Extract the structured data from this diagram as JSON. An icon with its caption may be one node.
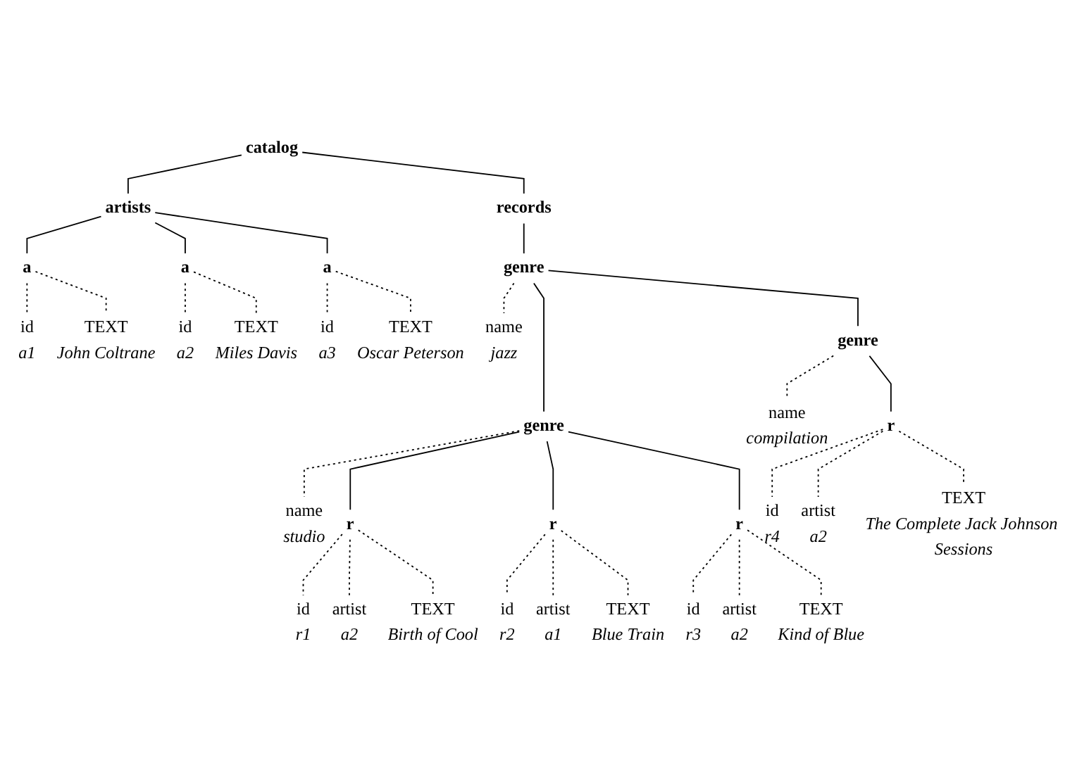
{
  "diagram": {
    "nodes": [
      {
        "text": [
          "catalog"
        ]
      },
      {
        "text": [
          "artists"
        ]
      },
      {
        "text": [
          "records"
        ]
      },
      {
        "text": [
          "a"
        ]
      },
      {
        "text": [
          "a"
        ]
      },
      {
        "text": [
          "a"
        ]
      },
      {
        "text": [
          "genre"
        ]
      },
      {
        "text": [
          "id",
          "a1"
        ]
      },
      {
        "text": [
          "TEXT",
          "John Coltrane"
        ]
      },
      {
        "text": [
          "id",
          "a2"
        ]
      },
      {
        "text": [
          "TEXT",
          "Miles Davis"
        ]
      },
      {
        "text": [
          "id",
          "a3"
        ]
      },
      {
        "text": [
          "TEXT",
          "Oscar Peterson"
        ]
      },
      {
        "text": [
          "name",
          "jazz"
        ]
      },
      {
        "text": [
          "genre"
        ]
      },
      {
        "text": [
          "genre"
        ]
      },
      {
        "text": [
          "name",
          "compilation"
        ]
      },
      {
        "text": [
          "r"
        ]
      },
      {
        "text": [
          "name",
          "studio"
        ]
      },
      {
        "text": [
          "r"
        ]
      },
      {
        "text": [
          "r"
        ]
      },
      {
        "text": [
          "r"
        ]
      },
      {
        "text": [
          "id",
          "r4"
        ]
      },
      {
        "text": [
          "artist",
          "a2"
        ]
      },
      {
        "text": [
          "TEXT",
          "The Complete Jack Johnson Sessions"
        ]
      },
      {
        "text": [
          "id",
          "r1"
        ]
      },
      {
        "text": [
          "artist",
          "a2"
        ]
      },
      {
        "text": [
          "TEXT",
          "Birth of Cool"
        ]
      },
      {
        "text": [
          "id",
          "r2"
        ]
      },
      {
        "text": [
          "artist",
          "a1"
        ]
      },
      {
        "text": [
          "TEXT",
          "Blue Train"
        ]
      },
      {
        "text": [
          "id",
          "r3"
        ]
      },
      {
        "text": [
          "artist",
          "a2"
        ]
      },
      {
        "text": [
          "TEXT",
          "Kind of Blue"
        ]
      }
    ],
    "edges": [
      {
        "from": 0,
        "to": 1,
        "arrow": "none"
      },
      {
        "from": 0,
        "to": 2,
        "arrow": "none"
      },
      {
        "from": 1,
        "to": 3,
        "arrow": "none"
      },
      {
        "from": 1,
        "to": 4,
        "arrow": "none"
      },
      {
        "from": 1,
        "to": 5,
        "arrow": "none"
      },
      {
        "from": 2,
        "to": 6,
        "arrow": "none"
      },
      {
        "from": 3,
        "to": 7,
        "arrow": "none",
        "style": "dashed"
      },
      {
        "from": 3,
        "to": 8,
        "arrow": "none",
        "style": "dashed"
      },
      {
        "from": 4,
        "to": 9,
        "arrow": "none",
        "style": "dashed"
      },
      {
        "from": 4,
        "to": 10,
        "arrow": "none",
        "style": "dashed"
      },
      {
        "from": 5,
        "to": 11,
        "arrow": "none",
        "style": "dashed"
      },
      {
        "from": 5,
        "to": 12,
        "arrow": "none",
        "style": "dashed"
      },
      {
        "from": 6,
        "to": 13,
        "arrow": "none",
        "style": "dashed"
      },
      {
        "from": 6,
        "to": 15,
        "arrow": "none"
      },
      {
        "from": 6,
        "to": 14,
        "arrow": "none"
      },
      {
        "from": 14,
        "to": 16,
        "arrow": "none",
        "style": "dashed"
      },
      {
        "from": 14,
        "to": 17,
        "arrow": "none"
      },
      {
        "from": 17,
        "to": 22,
        "arrow": "none",
        "style": "dashed"
      },
      {
        "from": 17,
        "to": 23,
        "arrow": "none",
        "style": "dashed"
      },
      {
        "from": 17,
        "to": 24,
        "arrow": "none",
        "style": "dashed"
      },
      {
        "from": 15,
        "to": 18,
        "arrow": "none",
        "style": "dashed"
      },
      {
        "from": 15,
        "to": 19,
        "arrow": "none"
      },
      {
        "from": 15,
        "to": 20,
        "arrow": "none"
      },
      {
        "from": 15,
        "to": 21,
        "arrow": "none"
      },
      {
        "from": 19,
        "to": 25,
        "arrow": "none",
        "style": "dashed"
      },
      {
        "from": 19,
        "to": 26,
        "arrow": "none",
        "style": "dashed"
      },
      {
        "from": 19,
        "to": 27,
        "arrow": "none",
        "style": "dashed"
      },
      {
        "from": 20,
        "to": 28,
        "arrow": "none",
        "style": "dashed"
      },
      {
        "from": 20,
        "to": 29,
        "arrow": "none",
        "style": "dashed"
      },
      {
        "from": 20,
        "to": 30,
        "arrow": "none",
        "style": "dashed"
      },
      {
        "from": 21,
        "to": 31,
        "arrow": "none",
        "style": "dashed"
      },
      {
        "from": 21,
        "to": 32,
        "arrow": "none",
        "style": "dashed"
      },
      {
        "from": 21,
        "to": 33,
        "arrow": "none",
        "style": "dashed"
      }
    ]
  }
}
